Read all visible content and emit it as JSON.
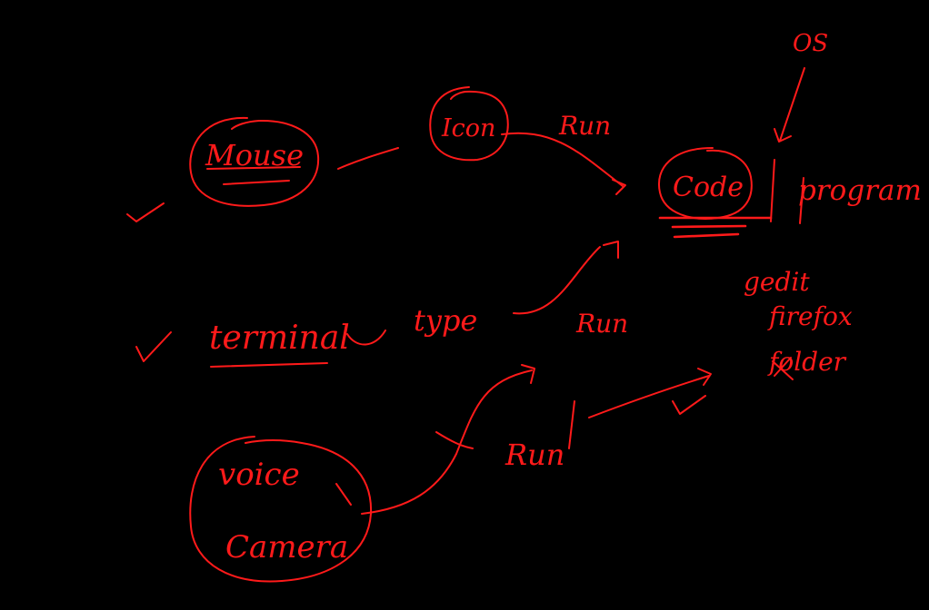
{
  "ink_color": "#ff1a1a",
  "background": "#000000",
  "nodes": {
    "mouse": "Mouse",
    "icon": "Icon",
    "code": "Code",
    "program": "program",
    "os": "OS",
    "terminal": "terminal",
    "voice": "voice",
    "camera": "Camera"
  },
  "edges": {
    "icon_run": "Run",
    "type": "type",
    "terminal_run": "Run",
    "camera_run": "Run"
  },
  "examples": [
    "gedit",
    "firefox",
    "folder"
  ]
}
